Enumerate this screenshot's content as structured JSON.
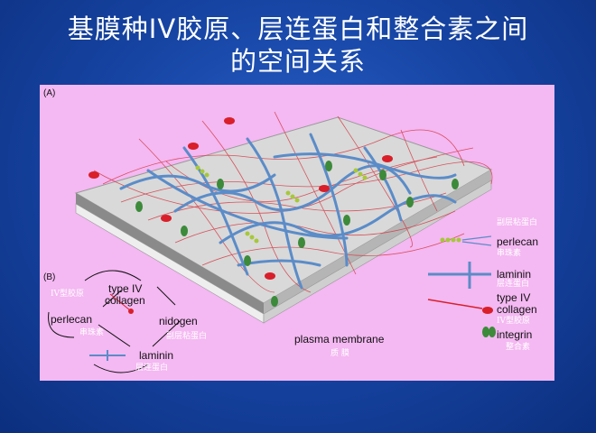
{
  "slide": {
    "title_line1": "基膜种IV胶原、层连蛋白和整合素之间",
    "title_line2": "的空间关系"
  },
  "figure": {
    "panel_a": "(A)",
    "panel_b": "(B)",
    "legend": {
      "nidogen_zh": "副层粘蛋白",
      "perlecan": "perlecan",
      "perlecan_zh": "串珠素",
      "laminin": "laminin",
      "laminin_zh": "层连蛋白",
      "collagen_line1": "type IV",
      "collagen_line2": "collagen",
      "collagen_zh": "IV型胶原",
      "integrin": "integrin",
      "integrin_zh": "整合素"
    },
    "plasma_membrane": "plasma membrane",
    "plasma_membrane_zh": "质  膜",
    "diagram_b": {
      "collagen_zh": "IV型胶原",
      "collagen_line1": "type IV",
      "collagen_line2": "collagen",
      "perlecan": "perlecan",
      "perlecan_zh": "串珠素",
      "nidogen": "nidogen",
      "nidogen_zh": "副层粘蛋白",
      "laminin": "laminin",
      "laminin_zh": "层连蛋白"
    }
  },
  "colors": {
    "background": "#1746a6",
    "figure_bg": "#f4b8f2",
    "collagen_red": "#d81f2a",
    "laminin_blue": "#5b8cc8",
    "integrin_green": "#3c8a3a",
    "perlecan_green": "#a6c83a"
  }
}
